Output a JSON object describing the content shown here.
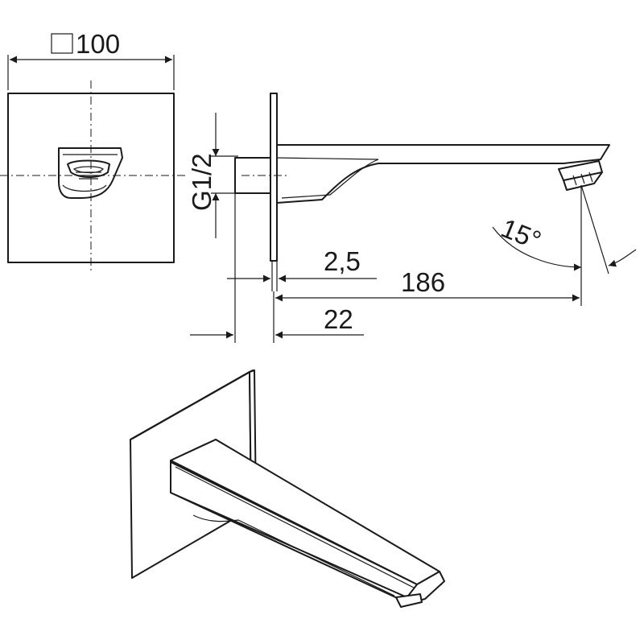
{
  "dimensions": {
    "square_size": "100",
    "thread": "G1/2",
    "angle": "15°",
    "plate_thickness": "2,5",
    "projection": "186",
    "connector_length": "22"
  }
}
